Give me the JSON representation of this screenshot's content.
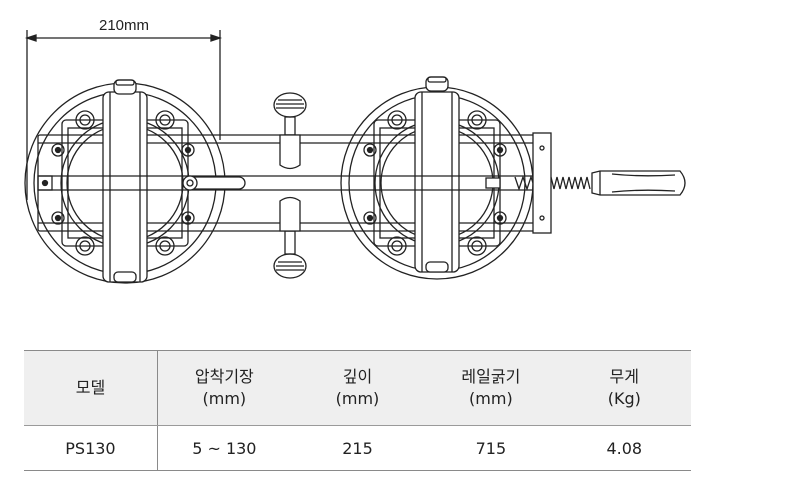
{
  "dimension": {
    "label": "210mm"
  },
  "spec_table": {
    "headers": [
      {
        "title": "모델",
        "unit": ""
      },
      {
        "title": "압착기장",
        "unit": "(mm)"
      },
      {
        "title": "깊이",
        "unit": "(mm)"
      },
      {
        "title": "레일굵기",
        "unit": "(mm)"
      },
      {
        "title": "무게",
        "unit": "(Kg)"
      }
    ],
    "row": [
      "PS130",
      "5 ~ 130",
      "215",
      "715",
      "4.08"
    ]
  }
}
